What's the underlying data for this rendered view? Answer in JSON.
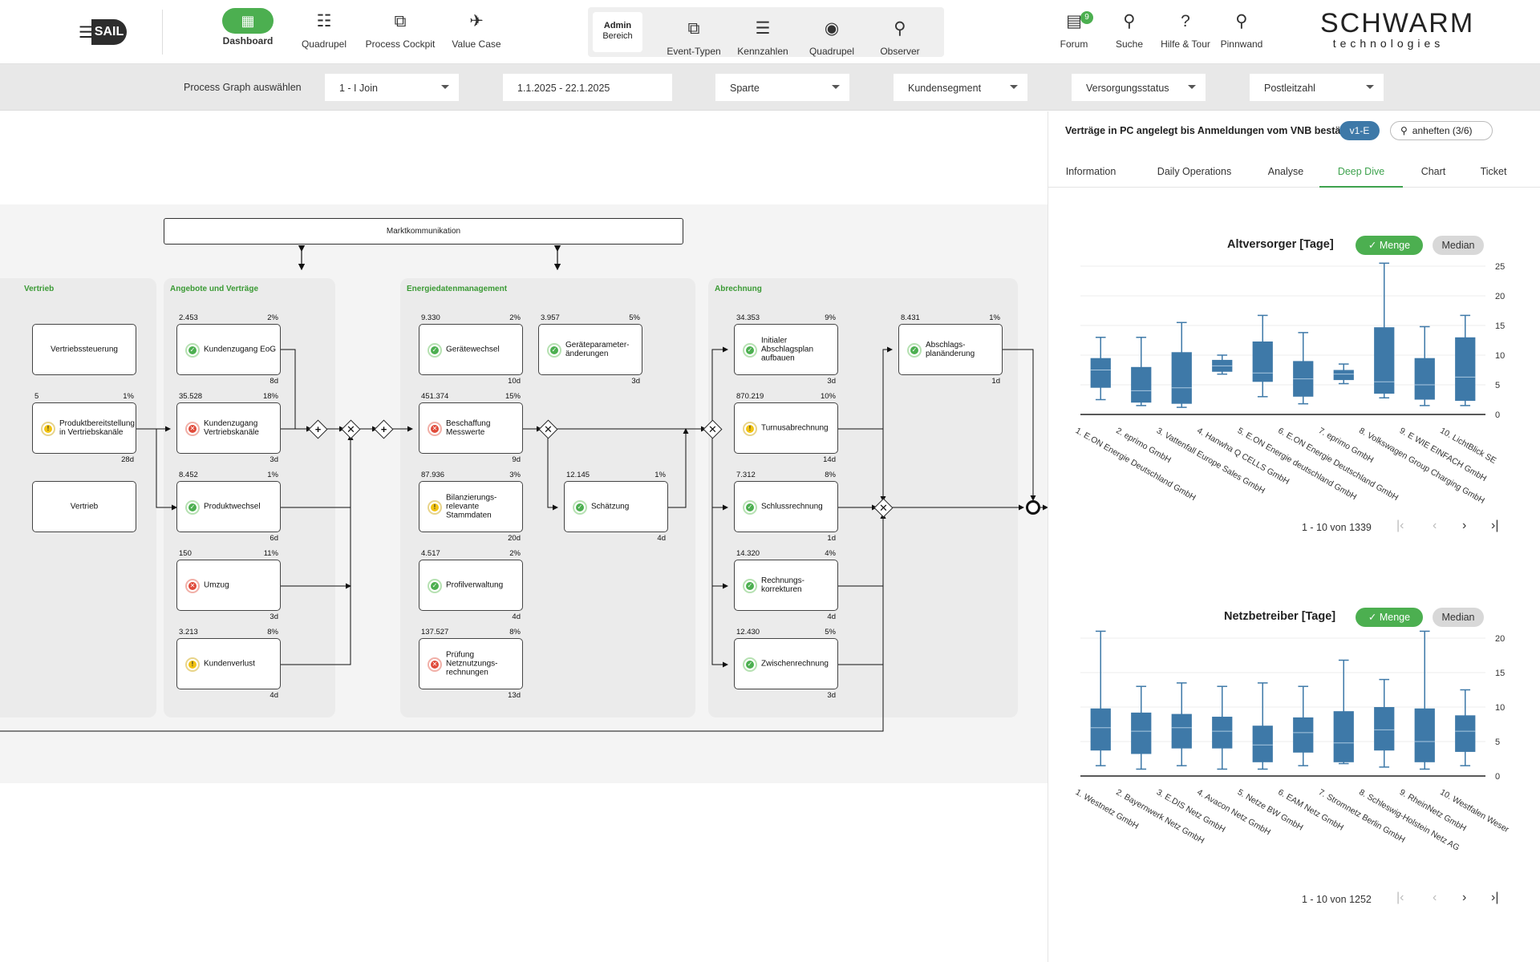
{
  "header": {
    "brand_logo_text": "SAIL",
    "company_logo": {
      "line1": "SCHWARM",
      "line2": "technologies"
    },
    "nav": [
      {
        "label": "Dashboard",
        "icon": "dashboard-icon",
        "active": true
      },
      {
        "label": "Quadrupel",
        "icon": "list-icon"
      },
      {
        "label": "Process Cockpit",
        "icon": "process-icon"
      },
      {
        "label": "Value Case",
        "icon": "value-case-icon"
      }
    ],
    "admin": {
      "line1": "Admin",
      "line2": "Bereich"
    },
    "admin_nav": [
      {
        "label": "Event-Typen",
        "icon": "event-types-icon"
      },
      {
        "label": "Kennzahlen",
        "icon": "kpi-edit-icon"
      },
      {
        "label": "Quadrupel",
        "icon": "quadrupel-edit-icon"
      },
      {
        "label": "Observer",
        "icon": "observer-icon"
      }
    ],
    "right_nav": [
      {
        "label": "Forum",
        "icon": "forum-icon",
        "badge": "9"
      },
      {
        "label": "Suche",
        "icon": "search-icon"
      },
      {
        "label": "Hilfe & Tour",
        "icon": "help-icon"
      },
      {
        "label": "Pinnwand",
        "icon": "pin-icon"
      }
    ]
  },
  "filters": {
    "graph_label": "Process Graph auswählen",
    "graph_value": "1 - I Join",
    "date_range": "1.1.2025 - 22.1.2025",
    "sparte": "Sparte",
    "kundensegment": "Kundensegment",
    "versorgungsstatus": "Versorgungsstatus",
    "postleitzahl": "Postleitzahl"
  },
  "process": {
    "marktkommunikation": "Marktkommunikation",
    "lanes": [
      "Vertrieb",
      "Angebote und Verträge",
      "Energiedatenmanagement",
      "Abrechnung"
    ],
    "nodes": [
      {
        "label": "Vertriebssteuerung",
        "status": "",
        "count": "",
        "pct": "",
        "dur": ""
      },
      {
        "label": "Produktbereitstellung in Vertriebskanäle",
        "status": "yellow",
        "count": "5",
        "pct": "1%",
        "dur": "28d"
      },
      {
        "label": "Vertrieb",
        "status": "",
        "count": "",
        "pct": "",
        "dur": ""
      },
      {
        "label": "Kundenzugang EoG",
        "status": "green",
        "count": "2.453",
        "pct": "2%",
        "dur": "8d"
      },
      {
        "label": "Kundenzugang Vertriebskanäle",
        "status": "red",
        "count": "35.528",
        "pct": "18%",
        "dur": "3d"
      },
      {
        "label": "Produktwechsel",
        "status": "green",
        "count": "8.452",
        "pct": "1%",
        "dur": "6d"
      },
      {
        "label": "Umzug",
        "status": "red",
        "count": "150",
        "pct": "11%",
        "dur": "3d"
      },
      {
        "label": "Kundenverlust",
        "status": "yellow",
        "count": "3.213",
        "pct": "8%",
        "dur": "4d"
      },
      {
        "label": "Gerätewechsel",
        "status": "green",
        "count": "9.330",
        "pct": "2%",
        "dur": "10d"
      },
      {
        "label": "Geräteparameter-änderungen",
        "status": "green",
        "count": "3.957",
        "pct": "5%",
        "dur": "3d"
      },
      {
        "label": "Beschaffung Messwerte",
        "status": "red",
        "count": "451.374",
        "pct": "15%",
        "dur": "9d"
      },
      {
        "label": "Bilanzierungs-relevante Stammdaten",
        "status": "yellow",
        "count": "87.936",
        "pct": "3%",
        "dur": "20d"
      },
      {
        "label": "Schätzung",
        "status": "green",
        "count": "12.145",
        "pct": "1%",
        "dur": "4d"
      },
      {
        "label": "Profilverwaltung",
        "status": "green",
        "count": "4.517",
        "pct": "2%",
        "dur": "4d"
      },
      {
        "label": "Prüfung Netznutzungs-rechnungen",
        "status": "red",
        "count": "137.527",
        "pct": "8%",
        "dur": "13d"
      },
      {
        "label": "Initialer Abschlagsplan aufbauen",
        "status": "green",
        "count": "34.353",
        "pct": "9%",
        "dur": "3d"
      },
      {
        "label": "Turnusabrechnung",
        "status": "yellow",
        "count": "870.219",
        "pct": "10%",
        "dur": "14d"
      },
      {
        "label": "Schlussrechnung",
        "status": "green",
        "count": "7.312",
        "pct": "8%",
        "dur": "1d"
      },
      {
        "label": "Rechnungs-korrekturen",
        "status": "green",
        "count": "14.320",
        "pct": "4%",
        "dur": "4d"
      },
      {
        "label": "Zwischenrechnung",
        "status": "green",
        "count": "12.430",
        "pct": "5%",
        "dur": "3d"
      },
      {
        "label": "Abschlags-planänderung",
        "status": "green",
        "count": "8.431",
        "pct": "1%",
        "dur": "1d"
      }
    ]
  },
  "panel": {
    "title": "Verträge in PC angelegt bis Anmeldungen vom VNB bestätigt",
    "version": "v1-E",
    "pin_label": "anheften (3/6)",
    "tabs": [
      "Information",
      "Daily Operations",
      "Analyse",
      "Deep Dive",
      "Chart",
      "Ticket"
    ],
    "active_tab": "Deep Dive",
    "toggle_menge": "Menge",
    "toggle_median": "Median"
  },
  "chart_data": [
    {
      "type": "box",
      "title": "Altversorger [Tage]",
      "ylim": [
        0,
        25
      ],
      "yticks": [
        0,
        5,
        10,
        15,
        20,
        25
      ],
      "categories": [
        "1. E.ON Energie Deutschland GmbH",
        "2. eprimo GmbH",
        "3. Vattenfall Europe Sales GmbH",
        "4. Hanwha Q CELLS GmbH",
        "5. E.ON Energie deutschland GmbH",
        "6. E.ON Energie Deutschland GmbH",
        "7. eprimo GmbH",
        "8. Volkswagen Group Charging GmbH",
        "9. E WIE EINFACH GmbH",
        "10. LichtBlick SE"
      ],
      "boxes": [
        {
          "min": 2.5,
          "q1": 4.5,
          "median": 7.5,
          "q3": 9.5,
          "max": 13
        },
        {
          "min": 1.5,
          "q1": 2,
          "median": 4,
          "q3": 8,
          "max": 13
        },
        {
          "min": 1.2,
          "q1": 1.8,
          "median": 4.5,
          "q3": 10.5,
          "max": 15.5
        },
        {
          "min": 6.8,
          "q1": 7.2,
          "median": 8.2,
          "q3": 9.2,
          "max": 10
        },
        {
          "min": 3,
          "q1": 5.5,
          "median": 7,
          "q3": 12.3,
          "max": 16.7
        },
        {
          "min": 1.8,
          "q1": 3,
          "median": 6,
          "q3": 9,
          "max": 13.8
        },
        {
          "min": 5.2,
          "q1": 5.8,
          "median": 6.8,
          "q3": 7.5,
          "max": 8.5
        },
        {
          "min": 2.8,
          "q1": 3.5,
          "median": 5.5,
          "q3": 14.7,
          "max": 25.5
        },
        {
          "min": 1.5,
          "q1": 2.5,
          "median": 5,
          "q3": 9.5,
          "max": 14.8
        },
        {
          "min": 1.5,
          "q1": 2.3,
          "median": 6.3,
          "q3": 13,
          "max": 16.7
        }
      ],
      "pagination": "1 - 10 von 1339"
    },
    {
      "type": "box",
      "title": "Netzbetreiber [Tage]",
      "ylim": [
        0,
        20
      ],
      "yticks": [
        0,
        5,
        10,
        15,
        20
      ],
      "categories": [
        "1. Westnetz GmbH",
        "2. Bayernwerk Netz GmbH",
        "3. E.DIS Netz GmbH",
        "4. Avacon Netz GmbH",
        "5. Netze BW GmbH",
        "6. EAM Netz GmbH",
        "7. Stromnetz Berlin GmbH",
        "8. Schleswig-Holstein Netz AG",
        "9. RheinNetz GmbH",
        "10. Westfalen Weser"
      ],
      "boxes": [
        {
          "min": 1.5,
          "q1": 3.7,
          "median": 7,
          "q3": 9.8,
          "max": 21
        },
        {
          "min": 1,
          "q1": 3.2,
          "median": 6.5,
          "q3": 9.2,
          "max": 13
        },
        {
          "min": 1.5,
          "q1": 4,
          "median": 7,
          "q3": 9,
          "max": 13.5
        },
        {
          "min": 1,
          "q1": 4,
          "median": 6.5,
          "q3": 8.6,
          "max": 13
        },
        {
          "min": 1,
          "q1": 2,
          "median": 4.5,
          "q3": 7.3,
          "max": 13.5
        },
        {
          "min": 1.5,
          "q1": 3.4,
          "median": 6.3,
          "q3": 8.5,
          "max": 13
        },
        {
          "min": 1.8,
          "q1": 2,
          "median": 4.8,
          "q3": 9.4,
          "max": 16.8
        },
        {
          "min": 1.3,
          "q1": 3.7,
          "median": 6.7,
          "q3": 10,
          "max": 14
        },
        {
          "min": 1,
          "q1": 2,
          "median": 5,
          "q3": 9.8,
          "max": 21
        },
        {
          "min": 1.5,
          "q1": 3.5,
          "median": 6.5,
          "q3": 8.8,
          "max": 12.5
        }
      ],
      "pagination": "1 - 10 von 1252"
    }
  ]
}
